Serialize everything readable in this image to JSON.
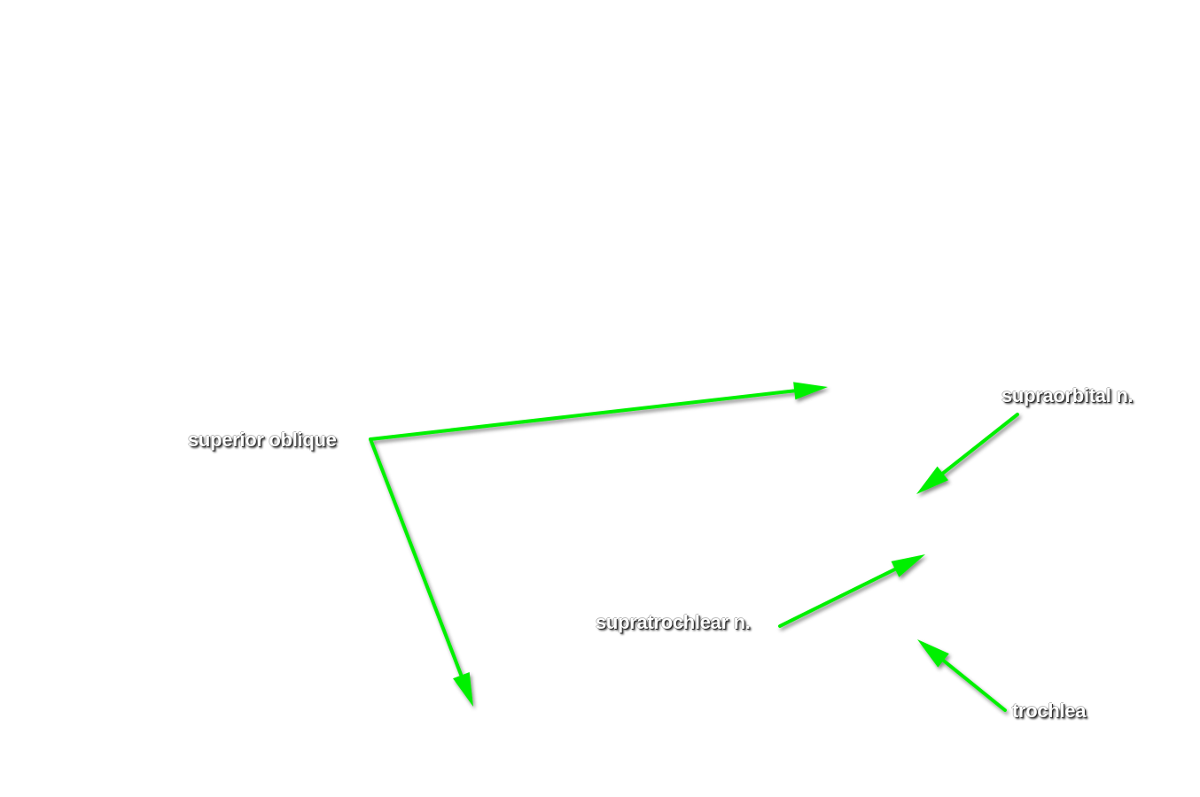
{
  "labels": {
    "superior_oblique": "superior oblique",
    "supraorbital": "supraorbital n.",
    "supratrochlear": "supratrochlear n.",
    "trochlea": "trochlea"
  },
  "colors": {
    "arrow": "#00f000",
    "label_text": "#ffffff",
    "background": "#ffffff"
  }
}
